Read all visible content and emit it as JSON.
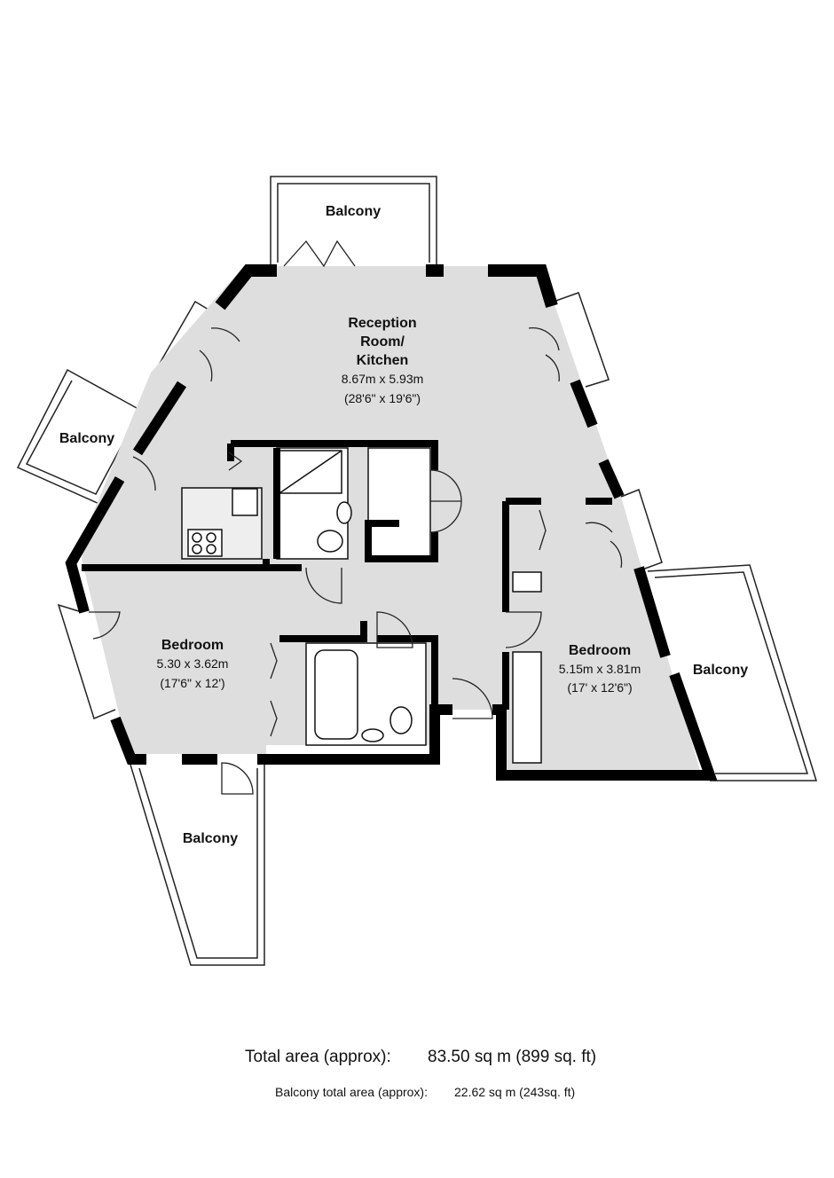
{
  "rooms": {
    "reception": {
      "title_lines": [
        "Reception",
        "Room/",
        "Kitchen"
      ],
      "dim_m": "8.67m x 5.93m",
      "dim_ft": "(28'6\" x 19'6\")"
    },
    "bedroom_left": {
      "title": "Bedroom",
      "dim_m": "5.30 x 3.62m",
      "dim_ft": "(17'6\" x 12')"
    },
    "bedroom_right": {
      "title": "Bedroom",
      "dim_m": "5.15m x 3.81m",
      "dim_ft": "(17' x 12'6\")"
    }
  },
  "balconies": {
    "top": "Balcony",
    "left": "Balcony",
    "right": "Balcony",
    "bottom": "Balcony"
  },
  "areas": {
    "total_label": "Total area (approx):",
    "total_value": "83.50 sq m (899 sq. ft)",
    "balcony_label": "Balcony total area (approx):",
    "balcony_value": "22.62 sq m (243sq. ft)"
  },
  "colors": {
    "wall": "#000000",
    "floor": "#dedede",
    "outline": "#222222"
  }
}
